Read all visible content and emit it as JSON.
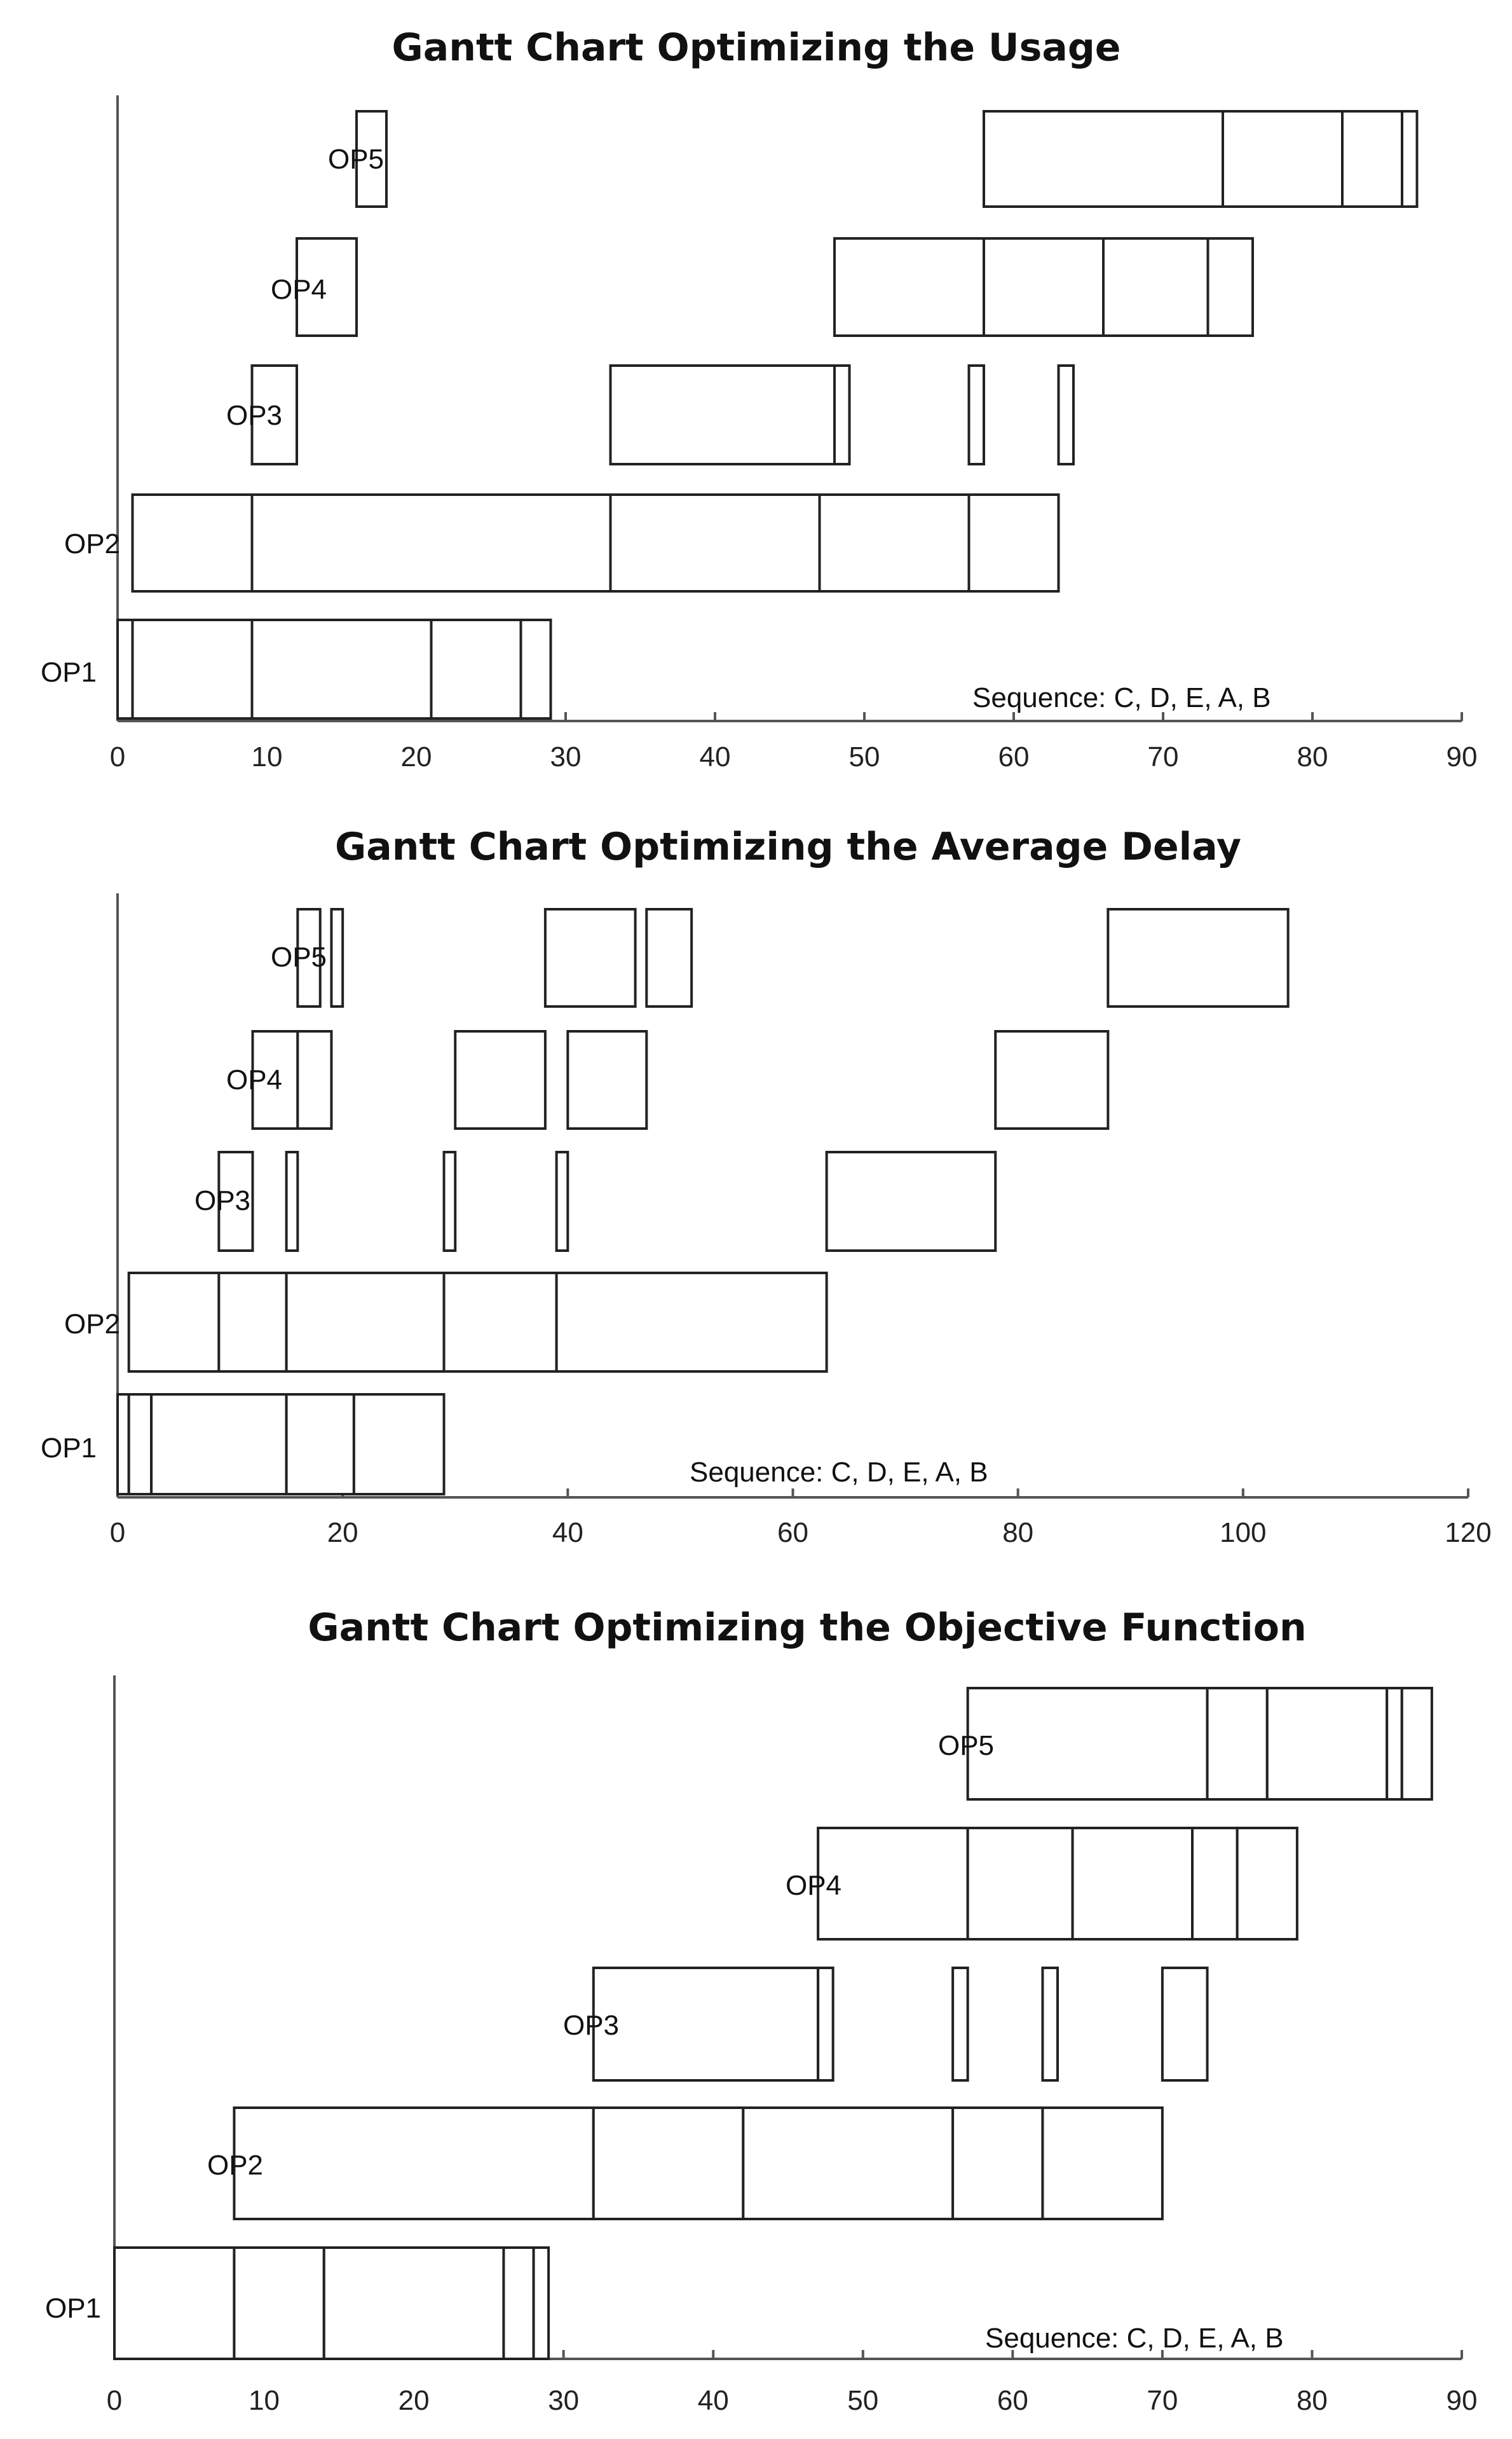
{
  "chart_data": [
    {
      "type": "gantt",
      "title": "Gantt Chart Optimizing  the Usage",
      "annotation": "Sequence: C, D, E, A, B",
      "xlim": [
        0,
        90
      ],
      "xticks": [
        0,
        10,
        20,
        30,
        40,
        50,
        60,
        70,
        80,
        90
      ],
      "rows": [
        {
          "name": "OP5",
          "segments": [
            [
              16,
              18
            ],
            [
              58,
              74
            ],
            [
              74,
              82
            ],
            [
              82,
              86
            ],
            [
              86,
              87
            ]
          ]
        },
        {
          "name": "OP4",
          "segments": [
            [
              12,
              16
            ],
            [
              48,
              58
            ],
            [
              58,
              66
            ],
            [
              66,
              73
            ],
            [
              73,
              76
            ]
          ]
        },
        {
          "name": "OP3",
          "segments": [
            [
              9,
              12
            ],
            [
              33,
              48
            ],
            [
              48,
              49
            ],
            [
              57,
              58
            ],
            [
              63,
              64
            ]
          ]
        },
        {
          "name": "OP2",
          "segments": [
            [
              1,
              9
            ],
            [
              9,
              33
            ],
            [
              33,
              47
            ],
            [
              47,
              57
            ],
            [
              57,
              63
            ]
          ]
        },
        {
          "name": "OP1",
          "segments": [
            [
              0,
              1
            ],
            [
              1,
              9
            ],
            [
              9,
              21
            ],
            [
              21,
              27
            ],
            [
              27,
              29
            ]
          ]
        }
      ]
    },
    {
      "type": "gantt",
      "title": "Gantt Chart Optimizing  the Average Delay",
      "annotation": "Sequence: C, D, E, A, B",
      "xlim": [
        0,
        120
      ],
      "xticks": [
        0,
        20,
        40,
        60,
        80,
        100,
        120
      ],
      "rows": [
        {
          "name": "OP5",
          "segments": [
            [
              16,
              18
            ],
            [
              19,
              20
            ],
            [
              38,
              46
            ],
            [
              47,
              51
            ],
            [
              88,
              104
            ]
          ]
        },
        {
          "name": "OP4",
          "segments": [
            [
              12,
              16
            ],
            [
              16,
              19
            ],
            [
              30,
              38
            ],
            [
              40,
              47
            ],
            [
              78,
              88
            ]
          ]
        },
        {
          "name": "OP3",
          "segments": [
            [
              9,
              12
            ],
            [
              15,
              16
            ],
            [
              29,
              30
            ],
            [
              39,
              40
            ],
            [
              63,
              78
            ]
          ]
        },
        {
          "name": "OP2",
          "segments": [
            [
              1,
              9
            ],
            [
              9,
              15
            ],
            [
              15,
              29
            ],
            [
              29,
              39
            ],
            [
              39,
              63
            ]
          ]
        },
        {
          "name": "OP1",
          "segments": [
            [
              0,
              1
            ],
            [
              1,
              3
            ],
            [
              3,
              15
            ],
            [
              15,
              21
            ],
            [
              21,
              29
            ]
          ]
        }
      ]
    },
    {
      "type": "gantt",
      "title": "Gantt Chart Optimizing  the Objective Function",
      "annotation": "Sequence: C, D, E, A, B",
      "xlim": [
        0,
        90
      ],
      "xticks": [
        0,
        10,
        20,
        30,
        40,
        50,
        60,
        70,
        80,
        90
      ],
      "rows": [
        {
          "name": "OP5",
          "segments": [
            [
              57,
              73
            ],
            [
              73,
              77
            ],
            [
              77,
              85
            ],
            [
              85,
              86
            ],
            [
              86,
              88
            ]
          ]
        },
        {
          "name": "OP4",
          "segments": [
            [
              47,
              57
            ],
            [
              57,
              64
            ],
            [
              64,
              72
            ],
            [
              72,
              75
            ],
            [
              75,
              79
            ]
          ]
        },
        {
          "name": "OP3",
          "segments": [
            [
              32,
              47
            ],
            [
              47,
              48
            ],
            [
              56,
              57
            ],
            [
              62,
              63
            ],
            [
              70,
              73
            ]
          ]
        },
        {
          "name": "OP2",
          "segments": [
            [
              8,
              32
            ],
            [
              32,
              42
            ],
            [
              42,
              56
            ],
            [
              56,
              62
            ],
            [
              62,
              70
            ]
          ]
        },
        {
          "name": "OP1",
          "segments": [
            [
              0,
              8
            ],
            [
              8,
              14
            ],
            [
              14,
              26
            ],
            [
              26,
              28
            ],
            [
              28,
              29
            ]
          ]
        }
      ]
    }
  ]
}
